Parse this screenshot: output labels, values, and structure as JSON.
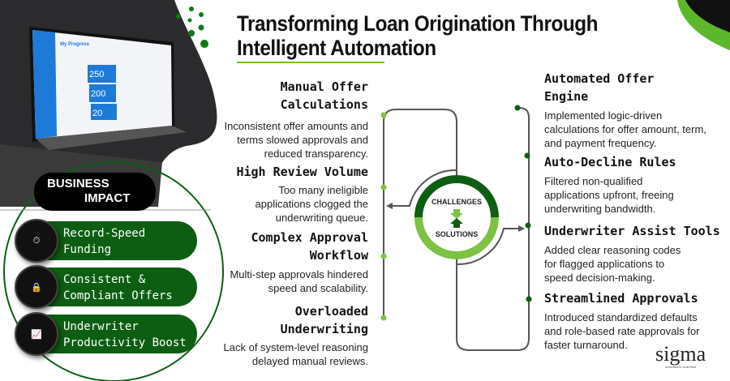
{
  "title": {
    "line1": "Transforming Loan Origination Through",
    "line2": "Intelligent Automation"
  },
  "business_impact": {
    "label_line1": "BUSINESS",
    "label_line2": "IMPACT",
    "items": [
      {
        "line1": "Record-Speed",
        "line2": "Funding",
        "icon": "ai-stopwatch-icon"
      },
      {
        "line1": "Consistent &",
        "line2": "Compliant Offers",
        "icon": "secure-document-icon"
      },
      {
        "line1": "Underwriter",
        "line2": "Productivity Boost",
        "icon": "growth-chart-icon"
      }
    ]
  },
  "hub": {
    "top": "CHALLENGES",
    "bottom": "SOLUTIONS"
  },
  "challenges": [
    {
      "title": "Manual Offer Calculations",
      "desc": "Inconsistent offer amounts and terms slowed approvals and reduced transparency."
    },
    {
      "title": "High Review Volume",
      "desc": "Too many ineligible applications clogged the underwriting queue."
    },
    {
      "title": "Complex Approval Workflow",
      "desc": "Multi-step approvals hindered speed and scalability."
    },
    {
      "title": "Overloaded Underwriting",
      "desc": "Lack of system-level reasoning delayed manual reviews."
    }
  ],
  "solutions": [
    {
      "title": "Automated Offer Engine",
      "desc": "Implemented logic-driven calculations for offer amount, term, and payment frequency."
    },
    {
      "title": "Auto-Decline Rules",
      "desc": "Filtered non-qualified applications upfront, freeing underwriting bandwidth."
    },
    {
      "title": "Underwriter Assist Tools",
      "desc": "Added clear reasoning codes for flagged applications to speed decision-making."
    },
    {
      "title": "Streamlined Approvals",
      "desc": "Introduced standardized defaults and role-based rate approvals for faster turnaround."
    }
  ],
  "logo": {
    "text": "sigma",
    "tagline": "Innovations Unlimited"
  },
  "laptop": {
    "heading": "My Progress",
    "stats": [
      "250",
      "200",
      "20"
    ]
  },
  "colors": {
    "dark_green": "#0d5e12",
    "light_green": "#7dc242",
    "dark_bg": "#2a2a2c"
  }
}
